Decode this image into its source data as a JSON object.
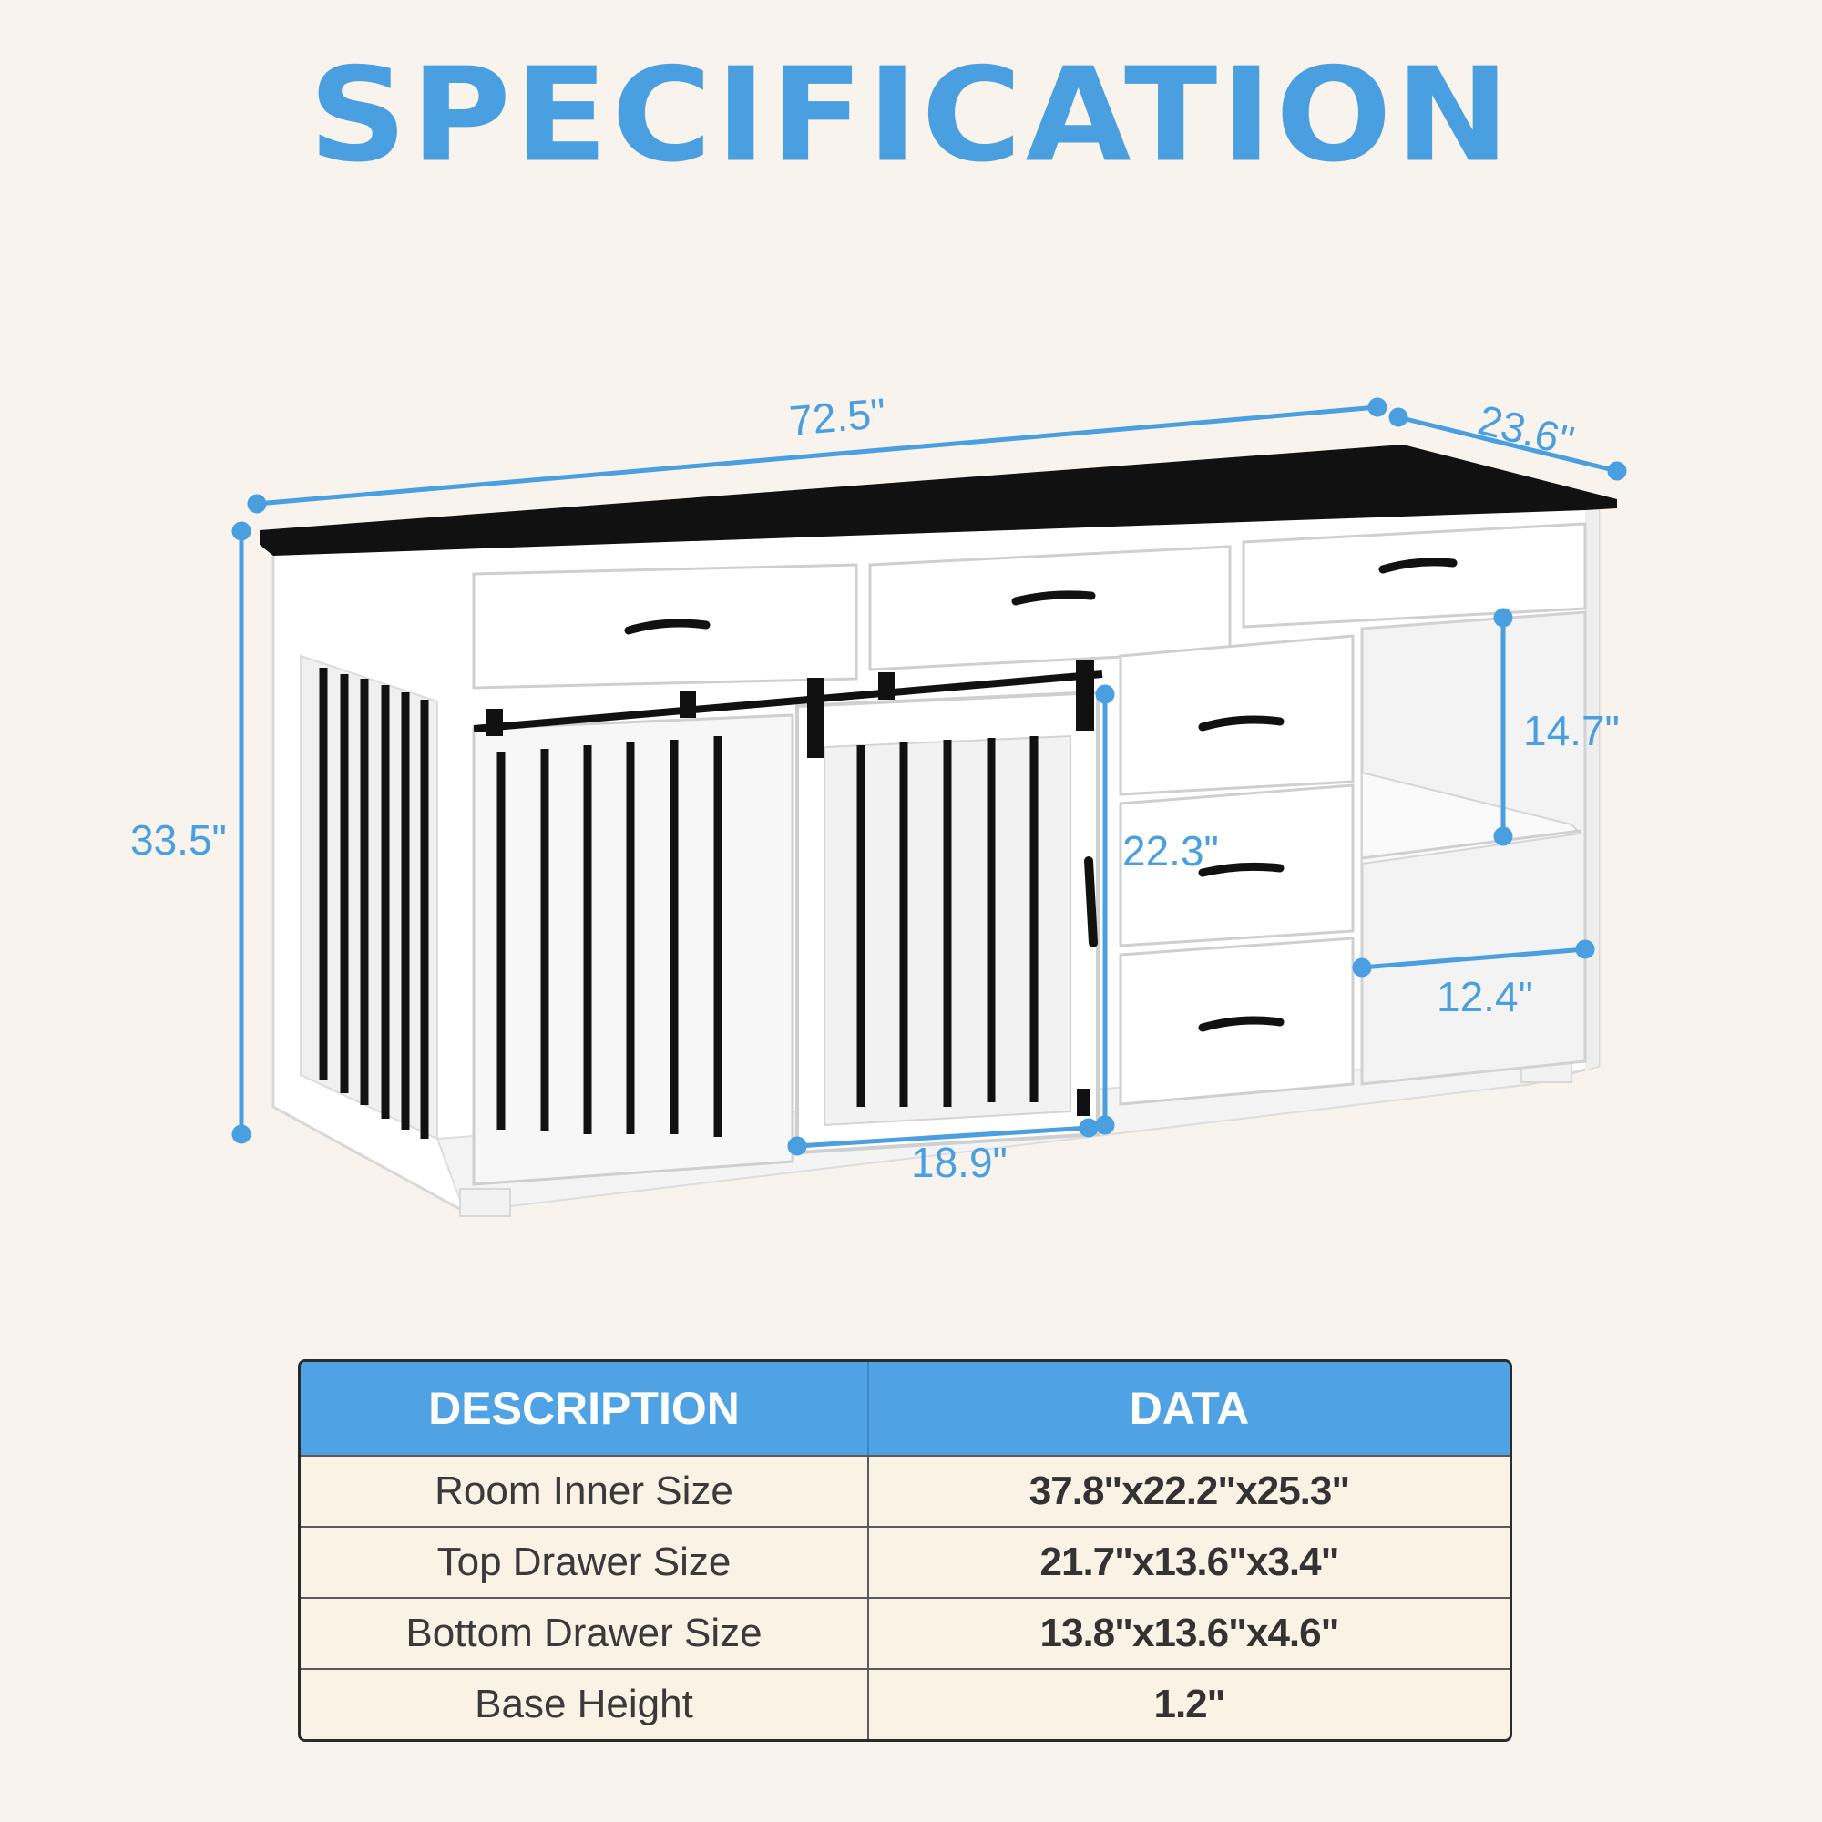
{
  "title": "SPECIFICATION",
  "dimensions": {
    "length": "72.5\"",
    "depth": "23.6\"",
    "height": "33.5\"",
    "inner_height": "22.3\"",
    "door_width": "18.9\"",
    "shelf_height": "14.7\"",
    "shelf_width": "12.4\""
  },
  "colors": {
    "accent": "#4a9fe0",
    "top": "#111111",
    "body": "#ffffff",
    "header_bg": "#4fa3e4",
    "row_bg": "#fbf2e6"
  },
  "table": {
    "headers": [
      "DESCRIPTION",
      "DATA"
    ],
    "rows": [
      {
        "desc": "Room Inner Size",
        "data": "37.8\"x22.2\"x25.3\""
      },
      {
        "desc": "Top Drawer Size",
        "data": "21.7\"x13.6\"x3.4\""
      },
      {
        "desc": "Bottom Drawer Size",
        "data": "13.8\"x13.6\"x4.6\""
      },
      {
        "desc": "Base Height",
        "data": "1.2\""
      }
    ]
  }
}
